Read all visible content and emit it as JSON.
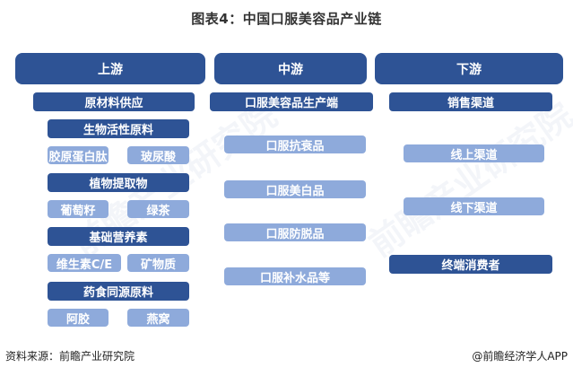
{
  "title": "图表4：中国口服美容品产业链",
  "colors": {
    "dark": "#2e5395",
    "light": "#8eaadb"
  },
  "upstream": {
    "header": "上游",
    "category": "原材料供应",
    "groups": [
      {
        "label": "生物活性原料",
        "items": [
          "胶原蛋白肽",
          "玻尿酸"
        ]
      },
      {
        "label": "植物提取物",
        "items": [
          "葡萄籽",
          "绿茶"
        ]
      },
      {
        "label": "基础营养素",
        "items": [
          "维生素C/E",
          "矿物质"
        ]
      },
      {
        "label": "药食同源原料",
        "items": [
          "阿胶",
          "燕窝"
        ]
      }
    ]
  },
  "midstream": {
    "header": "中游",
    "category": "口服美容品生产端",
    "items": [
      "口服抗衰品",
      "口服美白品",
      "口服防脱品",
      "口服补水品等"
    ]
  },
  "downstream": {
    "header": "下游",
    "category": "销售渠道",
    "channels": [
      "线上渠道",
      "线下渠道"
    ],
    "end": "终端消费者"
  },
  "footer": {
    "source": "资料来源：前瞻产业研究院",
    "credit": "@前瞻经济学人APP"
  },
  "watermark": "前瞻产业研究院"
}
